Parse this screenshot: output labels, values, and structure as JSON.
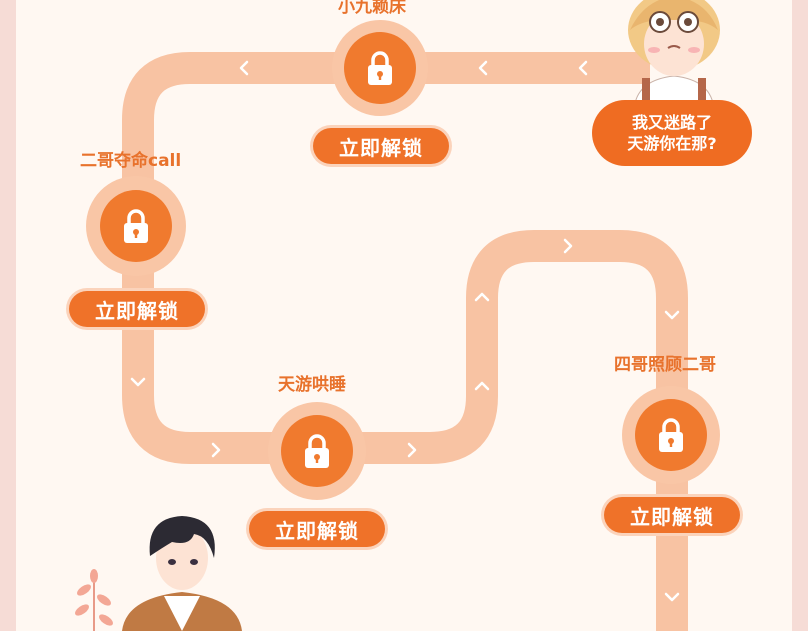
{
  "nodes": [
    {
      "title": "小九赖床",
      "button": "立即解锁"
    },
    {
      "title": "二哥夺命call",
      "button": "立即解锁"
    },
    {
      "title": "天游哄睡",
      "button": "立即解锁"
    },
    {
      "title": "四哥照顾二哥",
      "button": "立即解锁"
    }
  ],
  "speech": {
    "line1": "我又迷路了",
    "line2": "天游你在那?"
  },
  "colors": {
    "accent": "#ef7229",
    "path": "#f8c3a3",
    "ring": "#f9c6a6",
    "background": "#fff8f2"
  },
  "icons": {
    "lock": "lock-icon",
    "arrow": "chevron-icon"
  }
}
